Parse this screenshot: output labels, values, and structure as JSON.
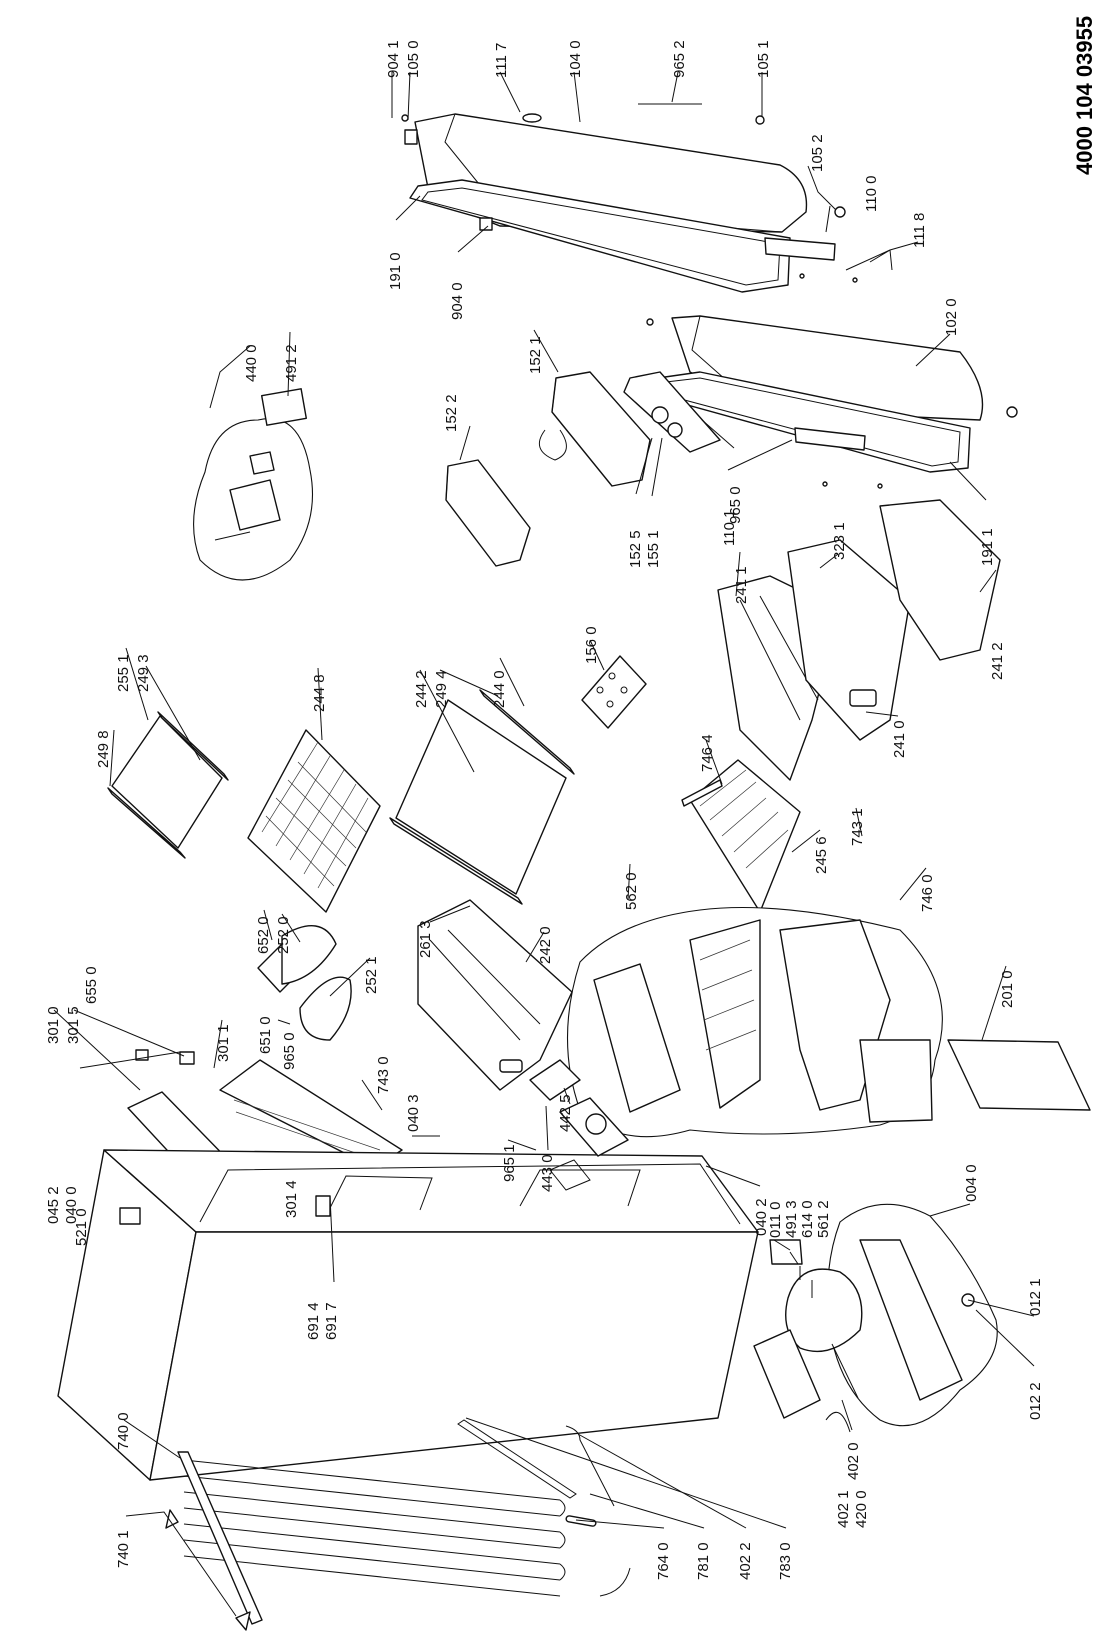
{
  "document_number": "4000 104 03955",
  "labels": [
    "904 1",
    "105 0",
    "111 7",
    "104 0",
    "965 2",
    "105 1",
    "105 2",
    "110 0",
    "111 8",
    "191 0",
    "904 0",
    "440 0",
    "491 2",
    "152 1",
    "152 2",
    "102 0",
    "965 0",
    "110 1",
    "191 1",
    "152 5",
    "155 1",
    "323 1",
    "241 1",
    "241 2",
    "255 1",
    "249 3",
    "249 8",
    "244 8",
    "244 2",
    "249 4",
    "244 0",
    "156 0",
    "746 4",
    "241 0",
    "245 6",
    "743 1",
    "746 0",
    "652 0",
    "252 0",
    "252 1",
    "261 3",
    "242 0",
    "301 0",
    "301 5",
    "655 0",
    "301 1",
    "651 0",
    "965 0",
    "743 0",
    "562 0",
    "040 3",
    "442 5",
    "965 1",
    "443 0",
    "201 0",
    "045 2",
    "040 0",
    "521 0",
    "301 4",
    "040 2",
    "011 0",
    "491 3",
    "614 0",
    "561 2",
    "004 0",
    "012 1",
    "012 2",
    "691 4",
    "691 7",
    "740 0",
    "740 1",
    "402 0",
    "402 1",
    "420 0",
    "764 0",
    "781 0",
    "402 2",
    "783 0"
  ]
}
